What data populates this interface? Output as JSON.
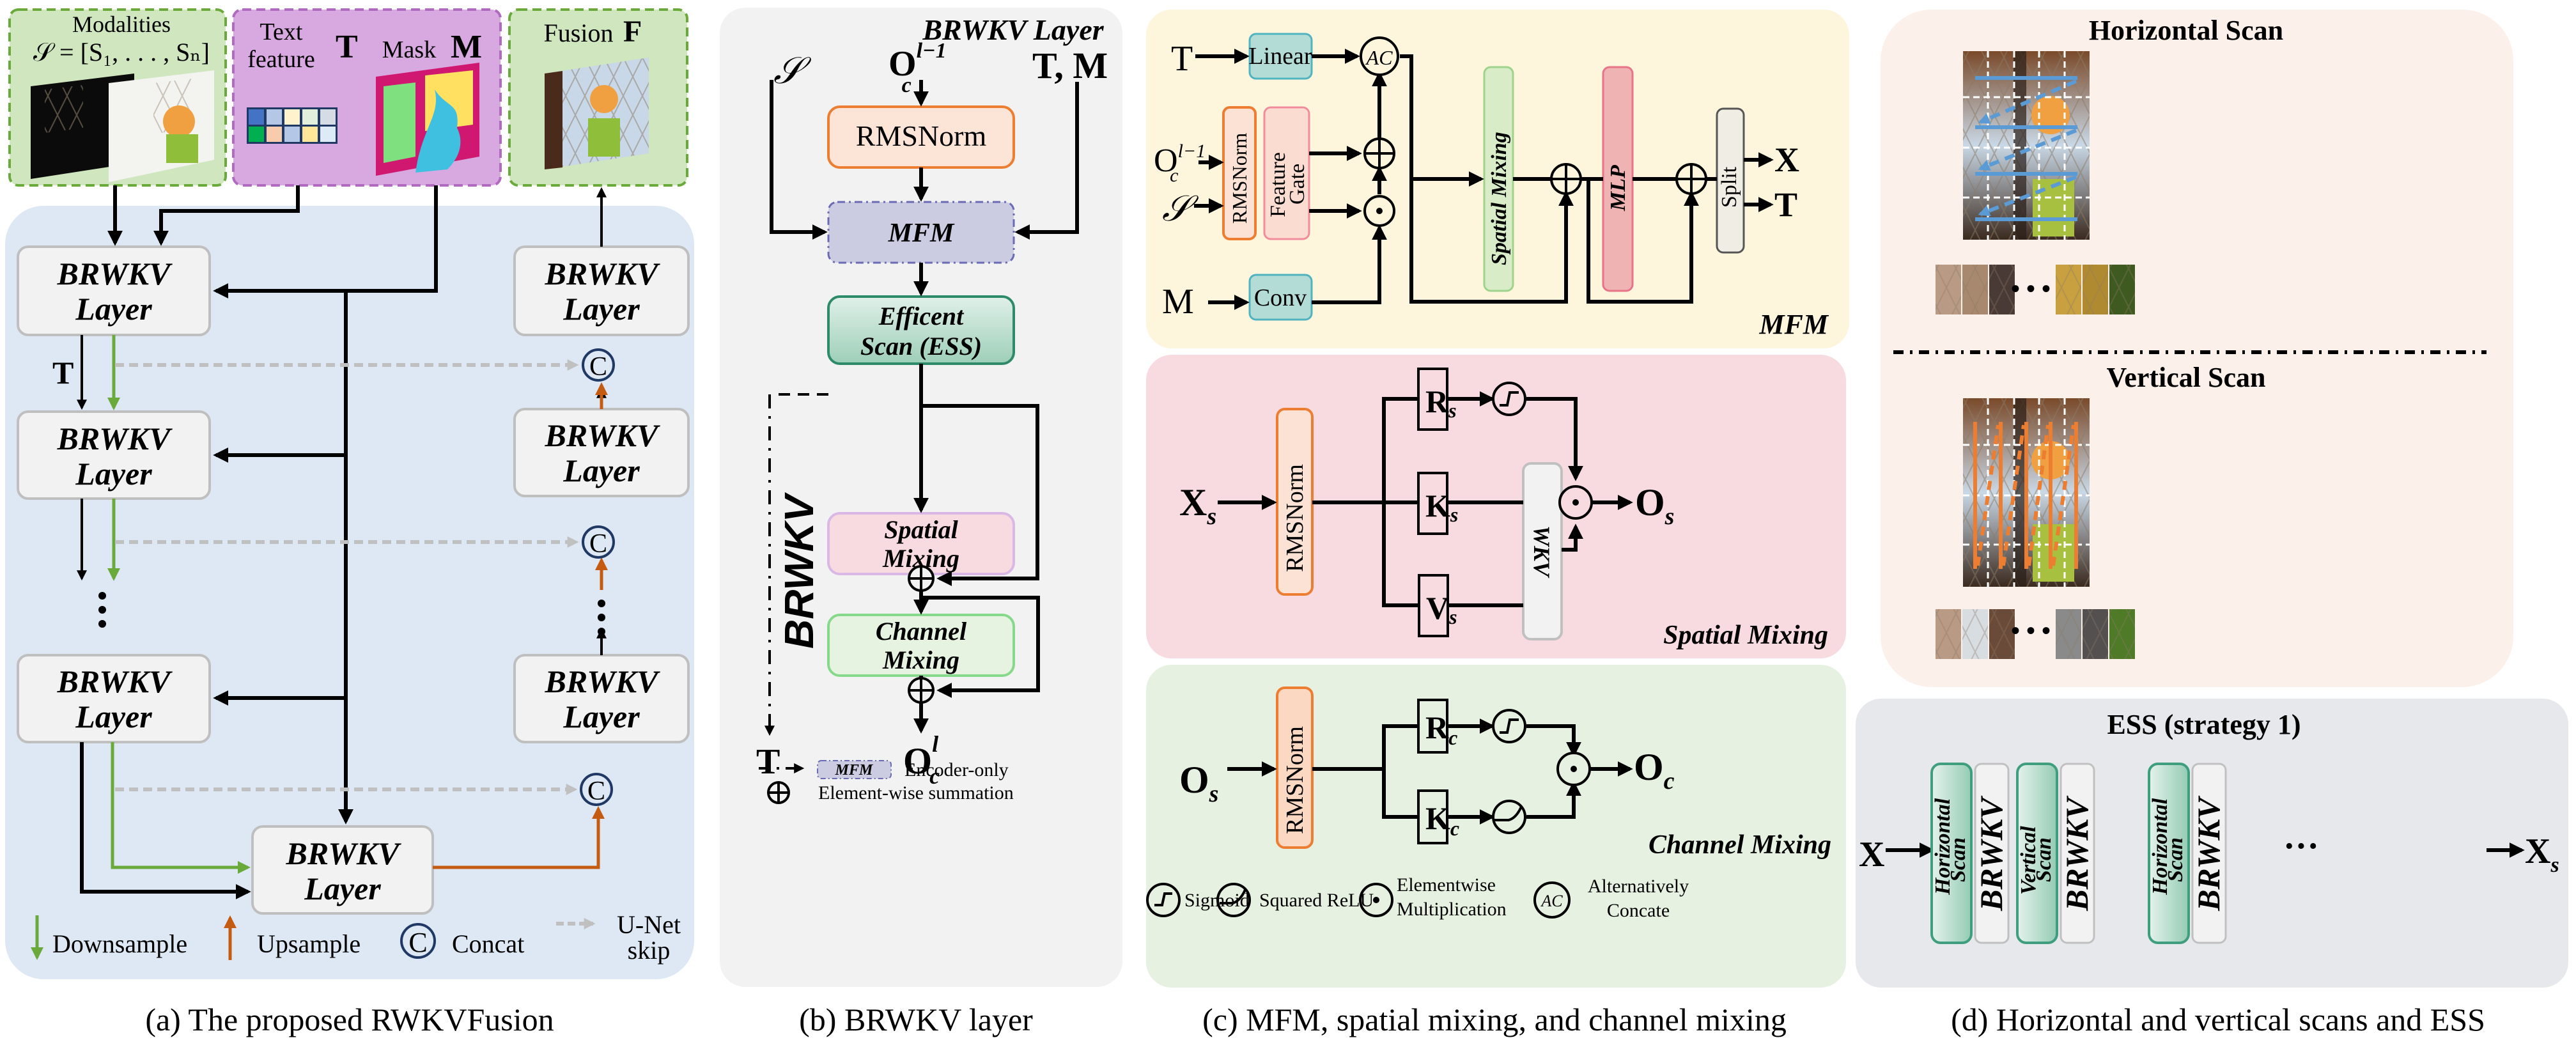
{
  "panel_a": {
    "caption": "(a)  The proposed RWKVFusion",
    "inputs": {
      "modalities_label": "Modalities",
      "modalities_formula": "𝒮 = [S₁, . . . , Sₙ]",
      "text_label_1": "Text",
      "text_label_2": "feature",
      "text_symbol": "T",
      "mask_label": "Mask",
      "mask_symbol": "M",
      "fusion_label": "Fusion",
      "fusion_symbol": "F"
    },
    "token_colors": [
      "#4472c4",
      "#b4c7e7",
      "#fff2cc",
      "#e2efda",
      "#d6dce4",
      "#00b050",
      "#f8cbad",
      "#b4c7e7",
      "#ffe699",
      "#ddebf7"
    ],
    "layer_line1": "BRWKV",
    "layer_line2": "Layer",
    "t_label": "T",
    "concat_symbol": "C",
    "legend": {
      "downsample": "Downsample",
      "upsample": "Upsample",
      "concat": "Concat",
      "skip_1": "U-Net",
      "skip_2": "skip"
    }
  },
  "panel_b": {
    "caption": "(b) BRWKV layer",
    "title": "BRWKV Layer",
    "input_s": "𝒮",
    "input_o": "O",
    "input_o_sub": "c",
    "input_o_sup": "l−1",
    "input_tm": "T, M",
    "rmsnorm": "RMSNorm",
    "mfm": "MFM",
    "ess_1": "Efficent",
    "ess_2": "Scan (ESS)",
    "spatial_1": "Spatial",
    "spatial_2": "Mixing",
    "channel_1": "Channel",
    "channel_2": "Mixing",
    "side_label": "BRWKV",
    "out_t": "T",
    "out_o": "O",
    "out_o_sub": "c",
    "out_o_sup": "l",
    "legend_mfm": "MFM",
    "legend_encoder": "Encoder-only",
    "legend_sum": "Element-wise summation"
  },
  "panel_c": {
    "caption": "(c) MFM, spatial mixing, and channel mixing",
    "mfm": {
      "title": "MFM",
      "in_t": "T",
      "in_o": "O",
      "in_o_sub": "c",
      "in_o_sup": "l−1",
      "in_s": "𝒮",
      "in_m": "M",
      "linear": "Linear",
      "rmsnorm": "RMSNorm",
      "feature_gate_1": "Feature",
      "feature_gate_2": "Gate",
      "conv": "Conv",
      "ac": "AC",
      "spatial": "Spatial Mixing",
      "mlp": "MLP",
      "split": "Split",
      "out_x": "X",
      "out_t": "T"
    },
    "spatial": {
      "title": "Spatial Mixing",
      "input": "X",
      "input_sub": "s",
      "rmsnorm": "RMSNorm",
      "r": "R",
      "k": "K",
      "v": "V",
      "sub": "s",
      "wkv": "WKV",
      "output": "O",
      "output_sub": "s"
    },
    "channel": {
      "title": "Channel Mixing",
      "input": "O",
      "input_sub": "s",
      "rmsnorm": "RMSNorm",
      "r": "R",
      "k": "K",
      "sub": "c",
      "output": "O",
      "output_sub": "c"
    },
    "legend": {
      "sigmoid": "Sigmoid",
      "relu": "Squared ReLU",
      "mult_1": "Elementwise",
      "mult_2": "Multiplication",
      "ac": "AC",
      "ac_1": "Alternatively",
      "ac_2": "Concate"
    }
  },
  "panel_d": {
    "caption": "(d) Horizontal and vertical scans and ESS",
    "horizontal_title": "Horizontal Scan",
    "vertical_title": "Vertical Scan",
    "ellipsis": "• • •",
    "ess_title": "ESS (strategy 1)",
    "ess_input": "X",
    "ess_output": "X",
    "ess_output_sub": "s",
    "ess_blocks": [
      {
        "scan_1": "Horizontal",
        "scan_2": "Scan",
        "block": "BRWKV"
      },
      {
        "scan_1": "Vertical",
        "scan_2": "Scan",
        "block": "BRWKV"
      },
      {
        "scan_1": "Horizontal",
        "scan_2": "Scan",
        "block": "BRWKV"
      }
    ],
    "ess_dots": "···"
  },
  "colors": {
    "panel_a_bg": "#dee8f5",
    "panel_b_bg": "#f2f2f2",
    "mfm_bg": "#fdf5dc",
    "spatial_bg": "#f8dbe0",
    "channel_bg": "#e7f1e1",
    "scan_bg": "#fcf0ea",
    "ess_bg": "#e6e8ec",
    "downsample": "#6aaa3a",
    "upsample": "#c55a11",
    "skip": "#c0c0c0",
    "h_scan": "#5b9bd5",
    "v_scan": "#ed7d31"
  }
}
